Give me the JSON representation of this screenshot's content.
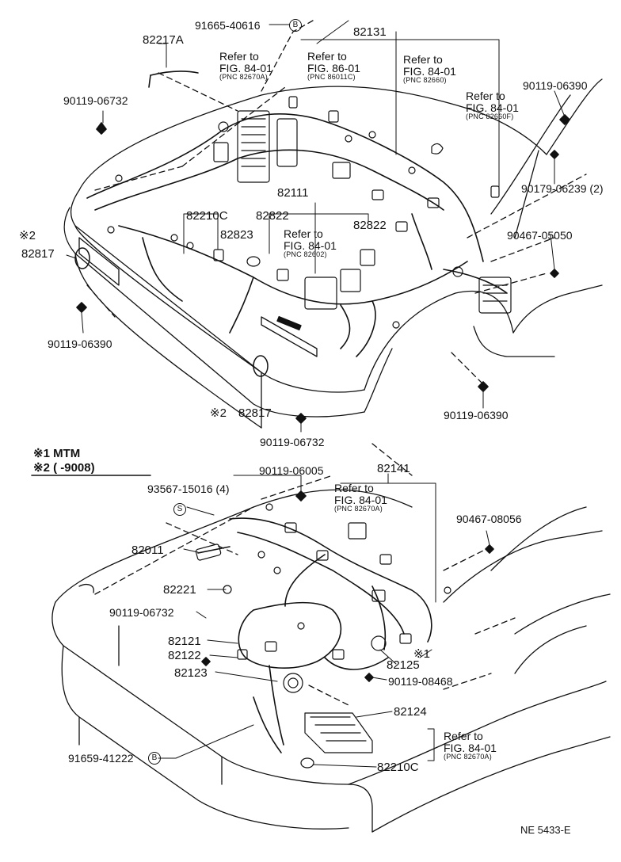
{
  "parts": {
    "p91665_40616": "91665-40616",
    "p82131": "82131",
    "p82217A": "82217A",
    "p90119_06732_top": "90119-06732",
    "p90119_06390_tr": "90119-06390",
    "p90179_06239": "90179-06239 (2)",
    "p90467_05050": "90467-05050",
    "p82817_left": "82817",
    "p90119_06390_left": "90119-06390",
    "p82210C_top": "82210C",
    "p82822_a": "82822",
    "p82822_b": "82822",
    "p82823": "82823",
    "p82111": "82111",
    "p82817_bottom": "82817",
    "p90119_06390_br": "90119-06390",
    "p90119_06732_mid": "90119-06732",
    "p90119_06005": "90119-06005",
    "p82141": "82141",
    "p93567_15016": "93567-15016 (4)",
    "p90467_08056": "90467-08056",
    "p82011": "82011",
    "p82221": "82221",
    "p90119_06732_low": "90119-06732",
    "p82121": "82121",
    "p82122": "82122",
    "p82125": "82125",
    "p82123": "82123",
    "p90119_08468": "90119-08468",
    "p82124": "82124",
    "p91659_41222": "91659-41222",
    "p82210C_bottom": "82210C"
  },
  "refs": {
    "ref_a": {
      "line1": "Refer to",
      "line2": "FIG. 84-01",
      "line3": "(PNC 82670A)"
    },
    "ref_b": {
      "line1": "Refer to",
      "line2": "FIG. 86-01",
      "line3": "(PNC 86011C)"
    },
    "ref_c": {
      "line1": "Refer to",
      "line2": "FIG. 84-01",
      "line3": "(PNC 82660)"
    },
    "ref_d": {
      "line1": "Refer to",
      "line2": "FIG. 84-01",
      "line3": "(PNC 82660F)"
    },
    "ref_e": {
      "line1": "Refer to",
      "line2": "FIG. 84-01",
      "line3": "(PNC 82602)"
    },
    "ref_f": {
      "line1": "Refer to",
      "line2": "FIG. 84-01",
      "line3": "(PNC 82670A)"
    },
    "ref_g": {
      "line1": "Refer to",
      "line2": "FIG. 84-01",
      "line3": "(PNC 82670A)"
    }
  },
  "marks": {
    "note2_left": "※2",
    "note2_bottom": "※2",
    "note1_near_82125": "※1",
    "circle_b": "B",
    "circle_s": "S"
  },
  "legend": {
    "line1": "※1 MTM",
    "line2": "※2 (     -9008)"
  },
  "code": "NE 5433-E"
}
